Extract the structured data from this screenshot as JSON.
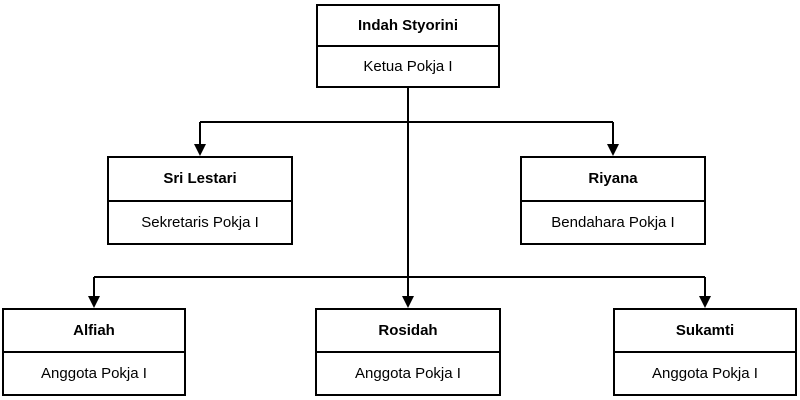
{
  "diagram": {
    "type": "org-chart",
    "nodes": [
      {
        "id": "ketua",
        "name": "Indah Styorini",
        "role": "Ketua Pokja I"
      },
      {
        "id": "sekretaris",
        "name": "Sri Lestari",
        "role": "Sekretaris Pokja I"
      },
      {
        "id": "bendahara",
        "name": "Riyana",
        "role": "Bendahara Pokja I"
      },
      {
        "id": "anggota1",
        "name": "Alfiah",
        "role": "Anggota Pokja I"
      },
      {
        "id": "anggota2",
        "name": "Rosidah",
        "role": "Anggota Pokja I"
      },
      {
        "id": "anggota3",
        "name": "Sukamti",
        "role": "Anggota Pokja I"
      }
    ],
    "edges": [
      {
        "from": "Indah Styorini",
        "to": "Sri Lestari"
      },
      {
        "from": "Indah Styorini",
        "to": "Riyana"
      },
      {
        "from": "Indah Styorini",
        "to": "Alfiah"
      },
      {
        "from": "Indah Styorini",
        "to": "Rosidah"
      },
      {
        "from": "Indah Styorini",
        "to": "Sukamti"
      }
    ],
    "colors": {
      "background": "#ffffff",
      "box_fill": "#ffffff",
      "box_border": "#000000",
      "line": "#000000",
      "text": "#000000"
    }
  }
}
